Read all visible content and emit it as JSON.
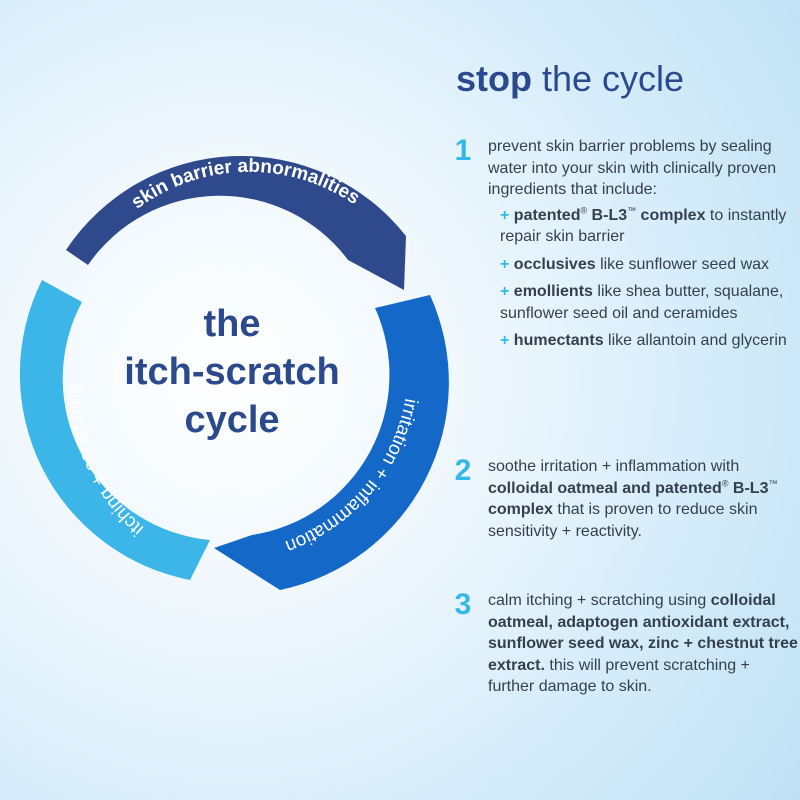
{
  "diagram": {
    "center_title_lines": [
      "the",
      "itch-scratch",
      "cycle"
    ],
    "arcs": [
      {
        "label": "skin barrier abnormalities",
        "color": "#2e4a8c"
      },
      {
        "label": "irritation + inflammation",
        "color": "#1468c8"
      },
      {
        "label": "itching + scratching",
        "color": "#3cb6e8"
      }
    ]
  },
  "panel": {
    "heading_bold": "stop",
    "heading_rest": " the cycle",
    "steps": [
      {
        "number": "1",
        "intro": "prevent skin barrier problems by sealing water into your skin with clinically proven ingredients that include:",
        "bullets": [
          {
            "plus": "+",
            "bold": "patented",
            "mark1": "®",
            "bold2": " B-L3",
            "mark2": "™",
            "bold3": " complex",
            "rest": " to instantly repair skin barrier"
          },
          {
            "plus": "+",
            "bold": "occlusives",
            "rest": " like sunflower seed wax"
          },
          {
            "plus": "+",
            "bold": "emollients",
            "rest": " like shea butter, squalane, sunflower seed oil and ceramides"
          },
          {
            "plus": "+",
            "bold": "humectants",
            "rest": " like allantoin and glycerin"
          }
        ]
      },
      {
        "number": "2",
        "text1": "soothe irritation + inflammation with ",
        "bold1": "colloidal oatmeal and patented",
        "mark1": "®",
        "bold2": " B-L3",
        "mark2": "™",
        "bold3": " complex",
        "text2": " that is proven to reduce skin sensitivity + reactivity."
      },
      {
        "number": "3",
        "text1": "calm itching + scratching using ",
        "bold1": "colloidal oatmeal, adaptogen antioxidant extract, sunflower seed wax, zinc + chestnut tree extract.",
        "text2": " this will prevent scratching + further damage to skin."
      }
    ]
  }
}
